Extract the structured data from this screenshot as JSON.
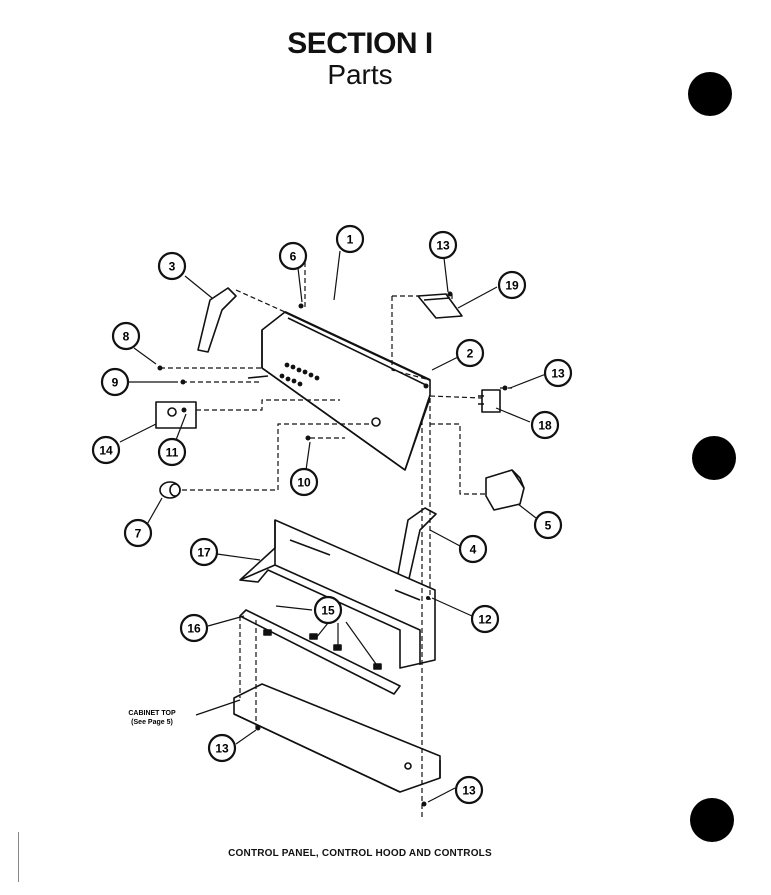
{
  "header": {
    "section": "SECTION I",
    "subtitle": "Parts"
  },
  "caption": "CONTROL PANEL, CONTROL HOOD AND CONTROLS",
  "annotation": {
    "line1": "CABINET TOP",
    "line2": "(See Page 5)"
  },
  "callouts": {
    "c1": "1",
    "c2": "2",
    "c3": "3",
    "c4": "4",
    "c5": "5",
    "c6": "6",
    "c7": "7",
    "c8": "8",
    "c9": "9",
    "c10": "10",
    "c11": "11",
    "c12": "12",
    "c13a": "13",
    "c13b": "13",
    "c13c": "13",
    "c13d": "13",
    "c14": "14",
    "c15": "15",
    "c16": "16",
    "c17": "17",
    "c18": "18",
    "c19": "19"
  },
  "colors": {
    "ink": "#111111",
    "paper": "#ffffff"
  }
}
